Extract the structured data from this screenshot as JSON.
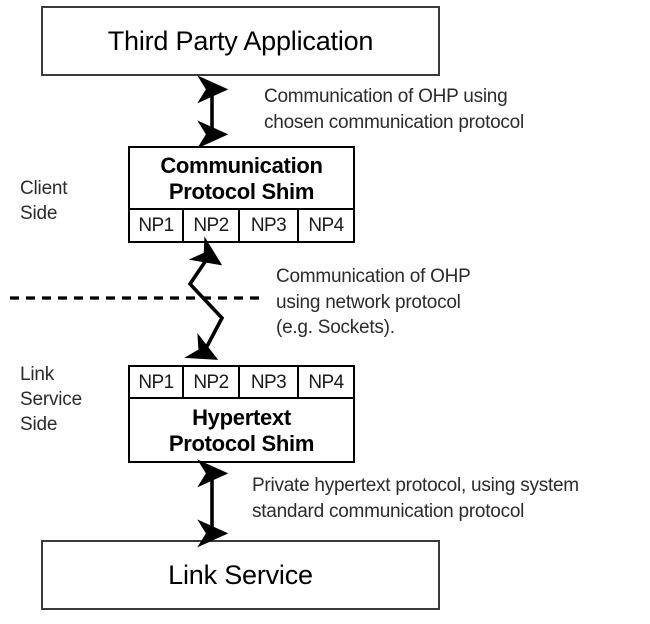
{
  "diagram": {
    "title_visible": false,
    "nodes": {
      "third_party_application": {
        "label": "Third Party Application"
      },
      "communication_protocol_shim": {
        "title_line1": "Communication",
        "title_line2": "Protocol Shim",
        "network_protocols": [
          "NP1",
          "NP2",
          "NP3",
          "NP4"
        ]
      },
      "hypertext_protocol_shim": {
        "title_line1": "Hypertext",
        "title_line2": "Protocol Shim",
        "network_protocols": [
          "NP1",
          "NP2",
          "NP3",
          "NP4"
        ]
      },
      "link_service": {
        "label": "Link Service"
      }
    },
    "side_labels": {
      "client_side": "Client\nSide",
      "link_service_side": "Link\nService\nSide"
    },
    "annotations": {
      "top_arrow_note": "Communication of OHP using\nchosen communication protocol",
      "middle_arrow_note": "Communication of OHP\nusing network protocol\n(e.g. Sockets).",
      "bottom_arrow_note": "Private hypertext protocol, using system\nstandard communication protocol"
    },
    "colors": {
      "outer_box_border": "#3a3a3a",
      "inner_box_border": "#000000",
      "text": "#000000",
      "note_text": "#2b2b2b",
      "background": "#ffffff",
      "arrow": "#000000"
    },
    "connectors": {
      "top": {
        "type": "double-arrow-vertical"
      },
      "middle": {
        "type": "zigzag-double-arrow-vertical"
      },
      "bottom": {
        "type": "double-arrow-vertical"
      },
      "boundary": {
        "type": "dashed-horizontal-line"
      }
    }
  }
}
